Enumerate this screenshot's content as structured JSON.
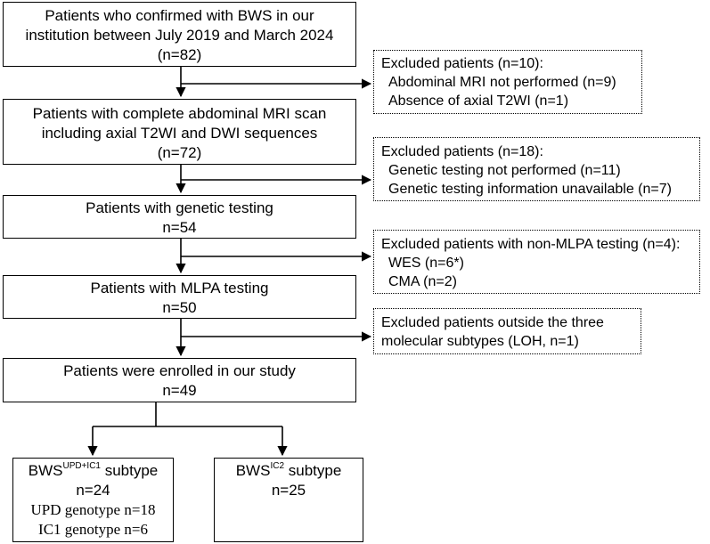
{
  "main_boxes": [
    {
      "lines": [
        "Patients who confirmed with BWS  in our",
        "institution between July 2019 and March 2024",
        "(n=82)"
      ]
    },
    {
      "lines": [
        "Patients with complete abdominal MRI scan",
        "including axial T2WI and DWI sequences",
        "(n=72)"
      ]
    },
    {
      "lines": [
        "Patients with genetic  testing",
        "n=54"
      ]
    },
    {
      "lines": [
        "Patients with MLPA testing",
        "n=50"
      ]
    },
    {
      "lines": [
        "Patients were enrolled in our study",
        "n=49"
      ]
    }
  ],
  "exclusion_boxes": [
    {
      "title": "Excluded patients (n=10):",
      "items": [
        "Abdominal MRI not performed (n=9)",
        "Absence of axial T2WI (n=1)"
      ]
    },
    {
      "title": "Excluded patients (n=18):",
      "items": [
        "Genetic  testing not performed (n=11)",
        "Genetic testing information unavailable   (n=7)"
      ]
    },
    {
      "title": "Excluded patients with non-MLPA testing (n=4):",
      "items": [
        "WES (n=6*)",
        "CMA (n=2)"
      ]
    },
    {
      "title": "",
      "items": [
        "Excluded patients outside the three",
        "molecular subtypes (LOH, n=1)"
      ]
    }
  ],
  "subtypes": [
    {
      "base": "BWS",
      "sup": "UPD+IC1",
      "suffix": " subtype",
      "count": "n=24",
      "details": [
        "UPD genotype n=18",
        "IC1 genotype n=6"
      ]
    },
    {
      "base": "BWS",
      "sup": "IC2",
      "suffix": " subtype",
      "count": "n=25",
      "details": []
    }
  ]
}
